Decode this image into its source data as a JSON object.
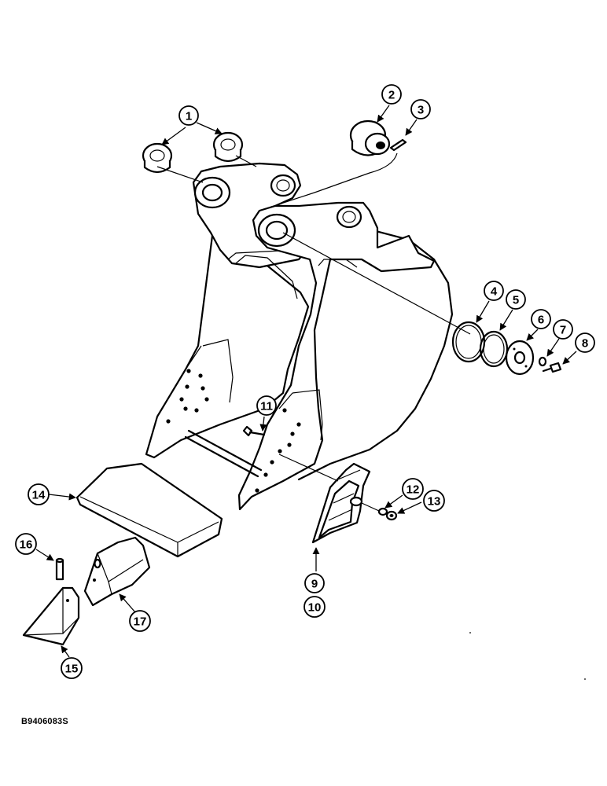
{
  "diagram": {
    "document_id": "B9406083S",
    "callouts": [
      "1",
      "2",
      "3",
      "4",
      "5",
      "6",
      "7",
      "8",
      "9",
      "10",
      "11",
      "12",
      "13",
      "14",
      "15",
      "16",
      "17"
    ]
  }
}
